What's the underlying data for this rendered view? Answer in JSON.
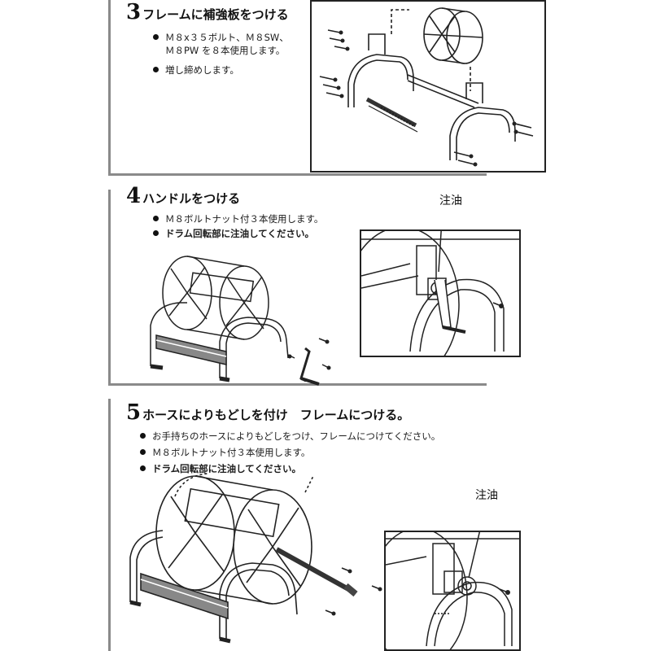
{
  "steps": [
    {
      "number": "3",
      "title": "フレームに補強板をつける",
      "bullets": [
        {
          "text": "Ｍ８x３５ボルト、Ｍ８SW、\nＭ８PW を８本使用します。",
          "bold": false
        },
        {
          "text": "増し締めします。",
          "bold": false
        }
      ]
    },
    {
      "number": "4",
      "title": "ハンドルをつける",
      "bullets": [
        {
          "text": "Ｍ８ボルトナット付３本使用します。",
          "bold": false
        },
        {
          "text": "ドラム回転部に注油してください。",
          "bold": true
        }
      ],
      "callout": "注油"
    },
    {
      "number": "5",
      "title": "ホースによりもどしを付け　フレームにつける。",
      "bullets": [
        {
          "text": "お手持ちのホースによりもどしをつけ、フレームにつけてください。",
          "bold": false
        },
        {
          "text": "Ｍ８ボルトナット付３本使用します。",
          "bold": false
        },
        {
          "text": "ドラム回転部に注油してください。",
          "bold": true
        }
      ],
      "callout": "注油"
    }
  ],
  "icons": {
    "bullet": "filled-circle-bullet",
    "illustrations": [
      "frame-reinforcement-diagram",
      "handle-assembly-diagram",
      "oil-point-closeup",
      "swivel-assembly-diagram",
      "oil-point-closeup-2"
    ]
  }
}
